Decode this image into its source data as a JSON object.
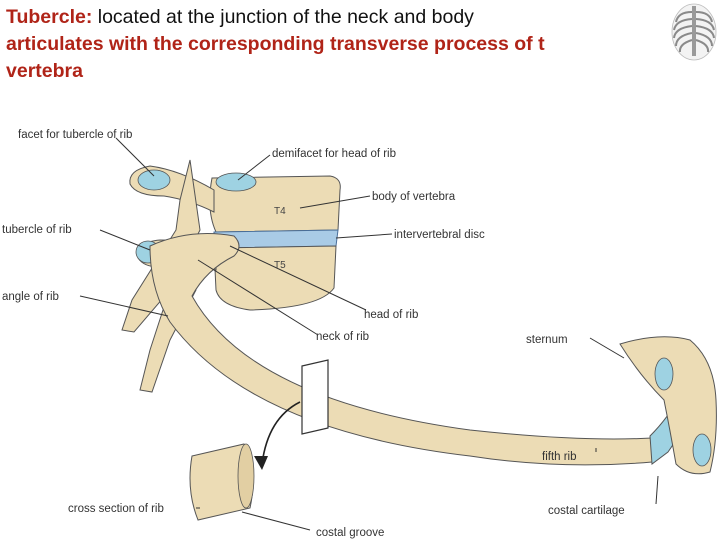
{
  "header": {
    "term": "Tubercle:",
    "desc": " located at the junction of the neck and body",
    "line2": "articulates with the corresponding transverse process of t",
    "line3": "vertebra"
  },
  "figure": {
    "labels": {
      "facet_tubercle": "facet for tubercle of rib",
      "demifacet": "demifacet for head of rib",
      "body_vertebra": "body of vertebra",
      "iv_disc": "intervertebral disc",
      "tubercle_rib": "tubercle of rib",
      "angle_rib": "angle of rib",
      "head_rib": "head of rib",
      "neck_rib": "neck of rib",
      "sternum": "sternum",
      "fifth_rib": "fifth rib",
      "cross_section": "cross section of rib",
      "costal_cartilage": "costal cartilage",
      "costal_groove": "costal groove"
    },
    "vertebra_labels": {
      "t4": "T4",
      "t5": "T5"
    }
  },
  "colors": {
    "accent_red": "#b02418",
    "bone": "#ecdcb5",
    "cartilage": "#9ed2e2"
  }
}
